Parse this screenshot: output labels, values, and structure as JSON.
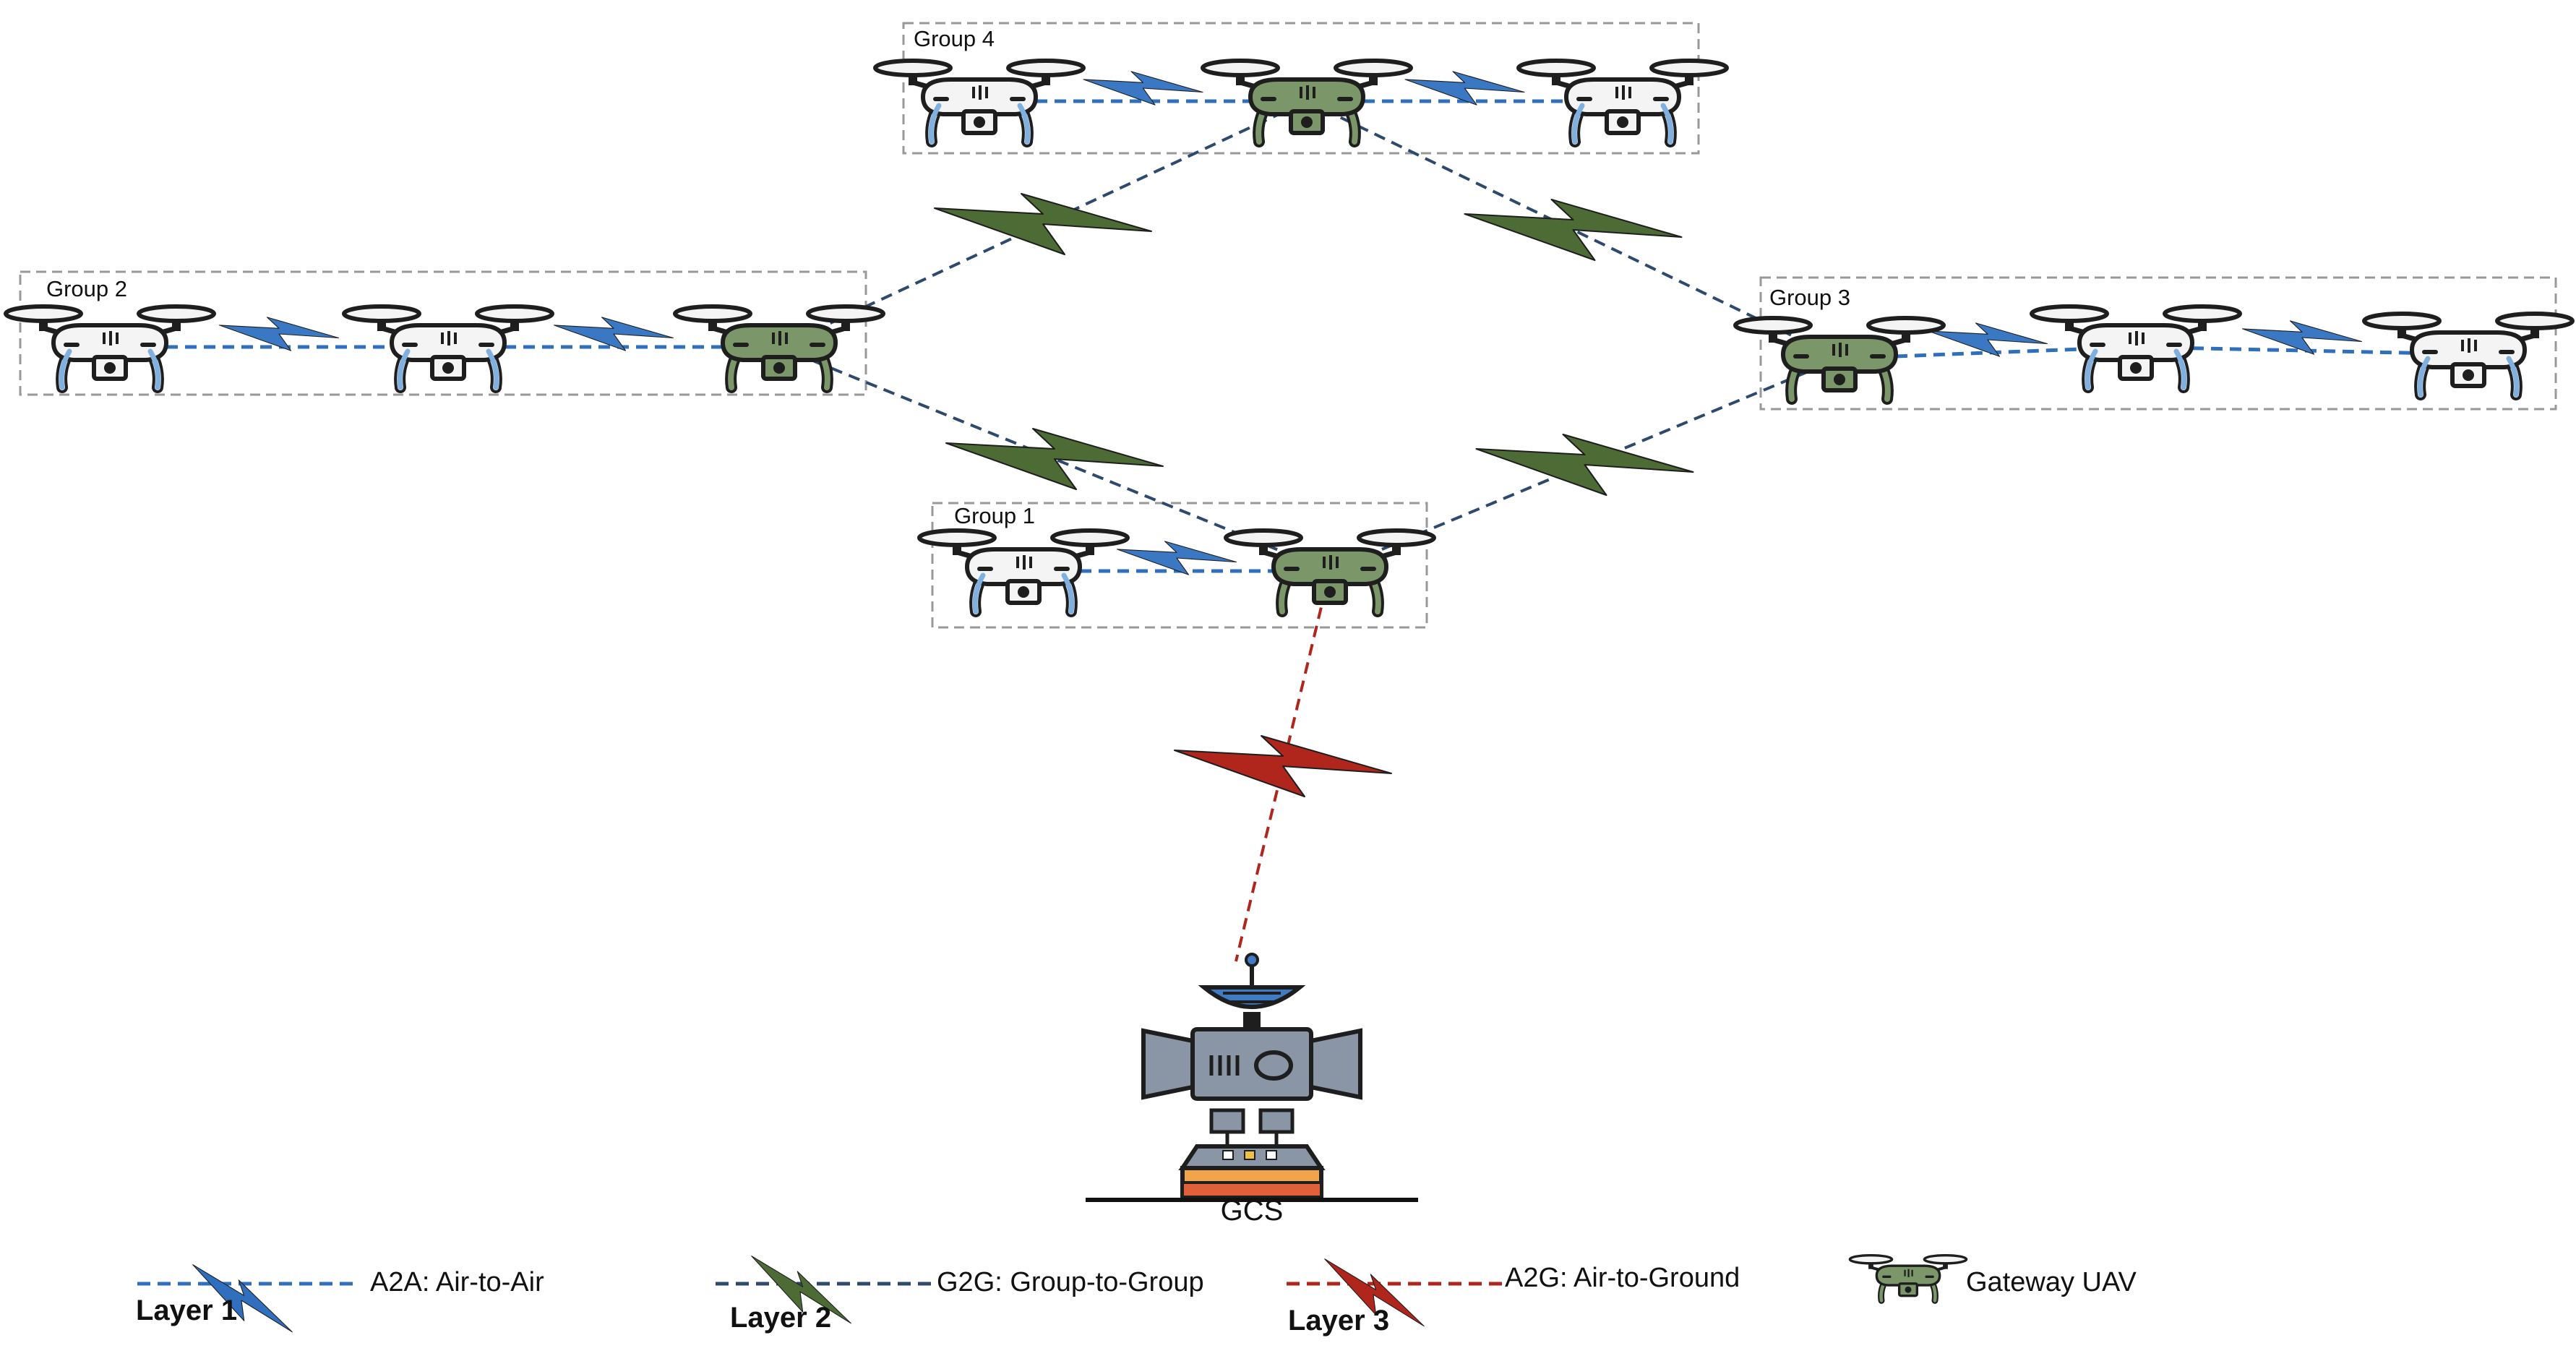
{
  "colors": {
    "a2a": "#2f6fbe",
    "g2g": "#2d4a6e",
    "a2g": "#b0261c",
    "gateway_body": "#7b9669",
    "regular_body": "#f4f4f4",
    "outline": "#1e1e1e",
    "group_box": "#999999"
  },
  "groups": [
    {
      "label": "Group 4",
      "members": [
        "regular",
        "gateway",
        "regular"
      ]
    },
    {
      "label": "Group 2",
      "members": [
        "regular",
        "regular",
        "gateway"
      ]
    },
    {
      "label": "Group 3",
      "members": [
        "gateway",
        "regular",
        "regular"
      ]
    },
    {
      "label": "Group 1",
      "members": [
        "regular",
        "gateway"
      ]
    }
  ],
  "links": [
    {
      "type": "A2A",
      "from": "Group 4 UAV 1",
      "to": "Group 4 gateway"
    },
    {
      "type": "A2A",
      "from": "Group 4 gateway",
      "to": "Group 4 UAV 3"
    },
    {
      "type": "A2A",
      "from": "Group 2 UAV 1",
      "to": "Group 2 UAV 2"
    },
    {
      "type": "A2A",
      "from": "Group 2 UAV 2",
      "to": "Group 2 gateway"
    },
    {
      "type": "A2A",
      "from": "Group 3 gateway",
      "to": "Group 3 UAV 2"
    },
    {
      "type": "A2A",
      "from": "Group 3 UAV 2",
      "to": "Group 3 UAV 3"
    },
    {
      "type": "A2A",
      "from": "Group 1 UAV 1",
      "to": "Group 1 gateway"
    },
    {
      "type": "G2G",
      "from": "Group 2 gateway",
      "to": "Group 4 gateway"
    },
    {
      "type": "G2G",
      "from": "Group 4 gateway",
      "to": "Group 3 gateway"
    },
    {
      "type": "G2G",
      "from": "Group 2 gateway",
      "to": "Group 1 gateway"
    },
    {
      "type": "G2G",
      "from": "Group 1 gateway",
      "to": "Group 3 gateway"
    },
    {
      "type": "A2G",
      "from": "Group 1 gateway",
      "to": "GCS"
    }
  ],
  "gcs": {
    "label": "GCS",
    "icon": "ground-control-station-icon"
  },
  "legend": [
    {
      "layer": "Layer 1",
      "text": "A2A: Air-to-Air",
      "icon": "lightning-bolt-icon"
    },
    {
      "layer": "Layer 2",
      "text": "G2G: Group-to-Group",
      "icon": "lightning-bolt-icon"
    },
    {
      "layer": "Layer 3",
      "text": "A2G: Air-to-Ground",
      "icon": "lightning-bolt-icon"
    },
    {
      "layer": "",
      "text": "Gateway UAV",
      "icon": "gateway-drone-icon"
    }
  ]
}
